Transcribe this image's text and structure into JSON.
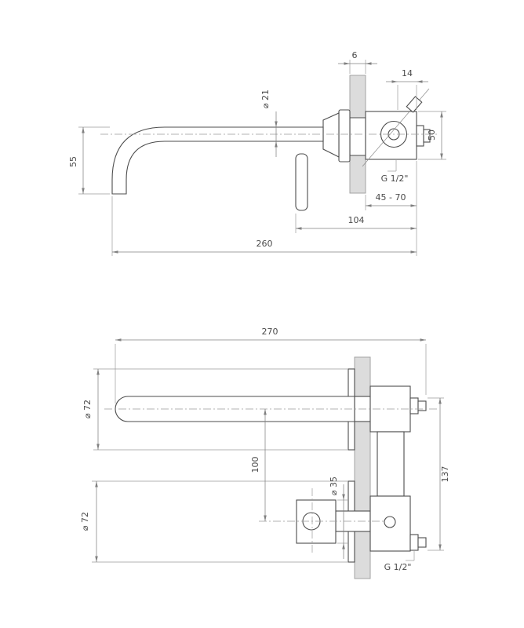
{
  "drawing": {
    "top_view": {
      "wall_thickness": "6",
      "handle_offset": "14",
      "spout_diameter": "⌀ 21",
      "body_height": "50",
      "spout_height": "55",
      "thread": "G 1/2\"",
      "mount_depth_range": "45 - 70",
      "body_depth": "104",
      "spout_reach": "260"
    },
    "bottom_view": {
      "spout_reach": "270",
      "spout_rosette_diameter": "⌀ 72",
      "centers_distance": "100",
      "handle_diameter": "⌀ 35",
      "handle_rosette_diameter": "⌀ 72",
      "body_length": "137",
      "thread": "G 1/2\""
    }
  }
}
